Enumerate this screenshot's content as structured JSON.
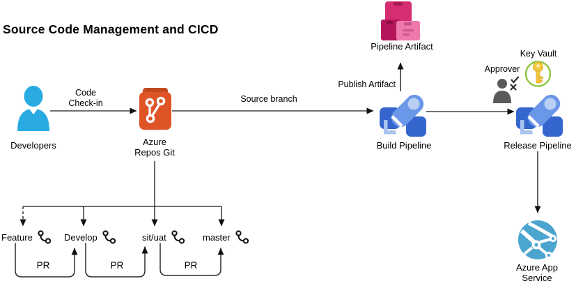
{
  "title": "Source Code Management and CICD",
  "nodes": {
    "developers": {
      "label": "Developers"
    },
    "azure_repos": {
      "label_line1": "Azure",
      "label_line2": "Repos Git"
    },
    "pipeline_artifact": {
      "label": "Pipeline Artifact"
    },
    "build_pipeline": {
      "label": "Build Pipeline"
    },
    "approver": {
      "label": "Approver"
    },
    "key_vault": {
      "label": "Key Vault"
    },
    "release_pipeline": {
      "label": "Release Pipeline"
    },
    "app_service": {
      "label_line1": "Azure App",
      "label_line2": "Service"
    }
  },
  "edges": {
    "code_checkin": {
      "label_line1": "Code",
      "label_line2": "Check-in"
    },
    "source_branch": {
      "label": "Source branch"
    },
    "publish_artifact": {
      "label": "Publish Artifact"
    }
  },
  "branches": [
    {
      "name": "Feature"
    },
    {
      "name": "Develop"
    },
    {
      "name": "sit/uat"
    },
    {
      "name": "master"
    }
  ],
  "pull_requests": [
    {
      "label": "PR"
    },
    {
      "label": "PR"
    },
    {
      "label": "PR"
    }
  ],
  "colors": {
    "developers_blue": "#29ABE2",
    "repos_orange": "#DE5427",
    "repos_orange_dark": "#C2491F",
    "pipeline_rocket_blue": "#6B97E9",
    "pipeline_dark_blue": "#3566CE",
    "pipeline_pale_blue": "#A9C3F0",
    "artifact_pink": "#D62E73",
    "artifact_pink_dark": "#B5155B",
    "artifact_pink_light": "#EE79AD",
    "key_vault_ring_green": "#8CC63F",
    "key_gold": "#F3C73E",
    "approver_gray": "#58595B",
    "app_service_blue": "#4BA5CF",
    "connector_black": "#1A1A1A"
  }
}
